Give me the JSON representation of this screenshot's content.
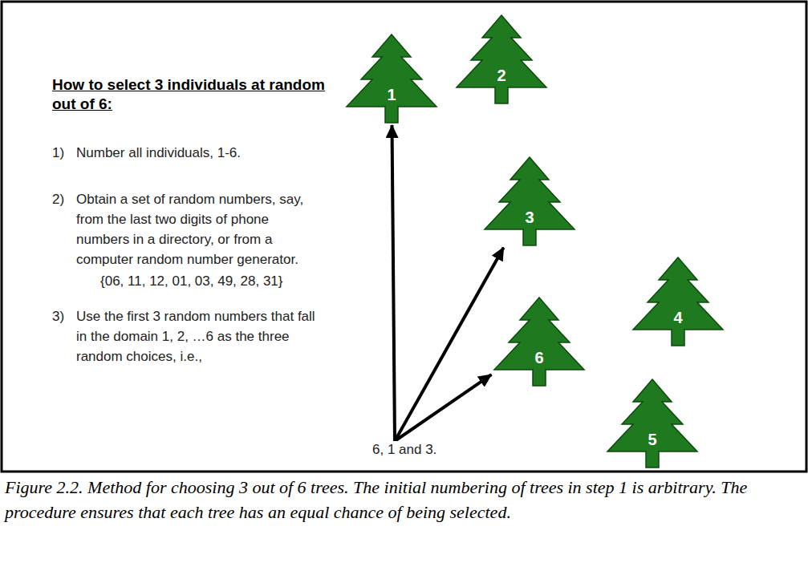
{
  "diagram": {
    "title": "How to select 3 individuals at random out of 6:",
    "caption": "Figure 2.2. Method for choosing 3 out of 6 trees. The initial numbering of trees in step 1 is arbitrary. The procedure ensures that each tree has an equal chance of being selected.",
    "nodes": [
      {
        "text": [
          "1"
        ]
      },
      {
        "text": [
          "2"
        ]
      },
      {
        "text": [
          "3"
        ]
      },
      {
        "text": [
          "4"
        ]
      },
      {
        "text": [
          "6"
        ]
      },
      {
        "text": [
          "5"
        ]
      },
      {
        "text": [
          "6, 1 and 3."
        ]
      }
    ],
    "edges": [
      {
        "from": 6,
        "to": 0,
        "arrow": "to"
      },
      {
        "from": 6,
        "to": 2,
        "arrow": "to"
      },
      {
        "from": 6,
        "to": 4,
        "arrow": "to"
      }
    ],
    "labels": [
      "1)",
      "Number all individuals, 1-6.",
      "2)",
      "Obtain a set of random numbers, say, from the last two digits of phone numbers in a directory, or from a computer random number generator.",
      "{06, 11, 12, 01, 03, 49, 28, 31}",
      "3)",
      "Use the first 3 random numbers that fall in the domain 1, 2, …6 as the three random choices, i.e.,"
    ]
  }
}
